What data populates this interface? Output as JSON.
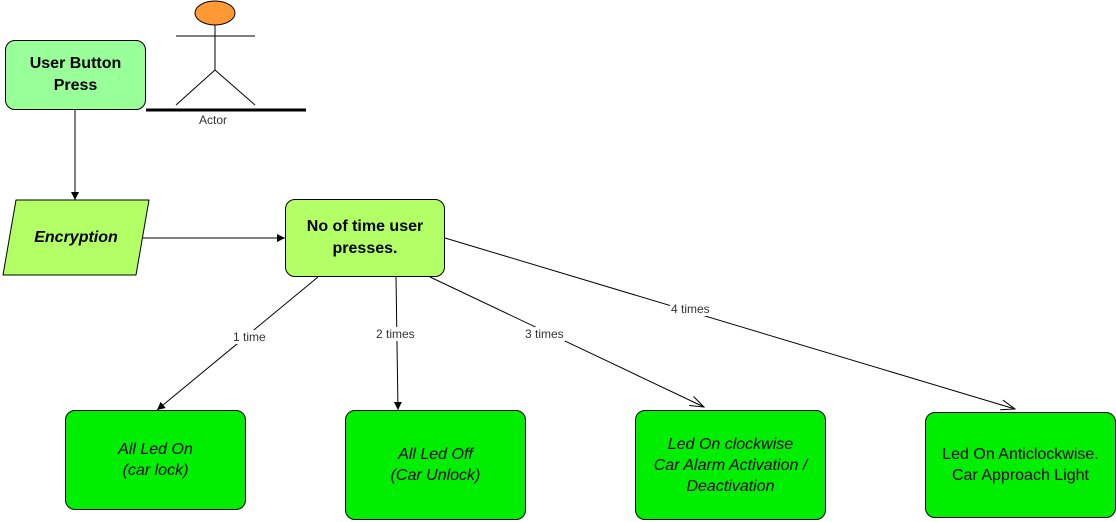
{
  "actor": {
    "label": "Actor"
  },
  "nodes": {
    "start": "User Button\nPress",
    "encryption": "Encryption",
    "decision": "No of time user\npresses.",
    "out1": "All Led On\n(car lock)",
    "out2": "All Led Off\n(Car Unlock)",
    "out3": "Led On clockwise\nCar Alarm Activation /\nDeactivation",
    "out4": "Led On Anticlockwise.\nCar Approach Light"
  },
  "edges": {
    "e1": "1 time",
    "e2": "2 times",
    "e3": "3 times",
    "e4": "4 times"
  },
  "colors": {
    "light_green": "#99ff99",
    "lime": "#b3ff66",
    "bright_green": "#00ee00",
    "actor_head": "#ff9933"
  }
}
